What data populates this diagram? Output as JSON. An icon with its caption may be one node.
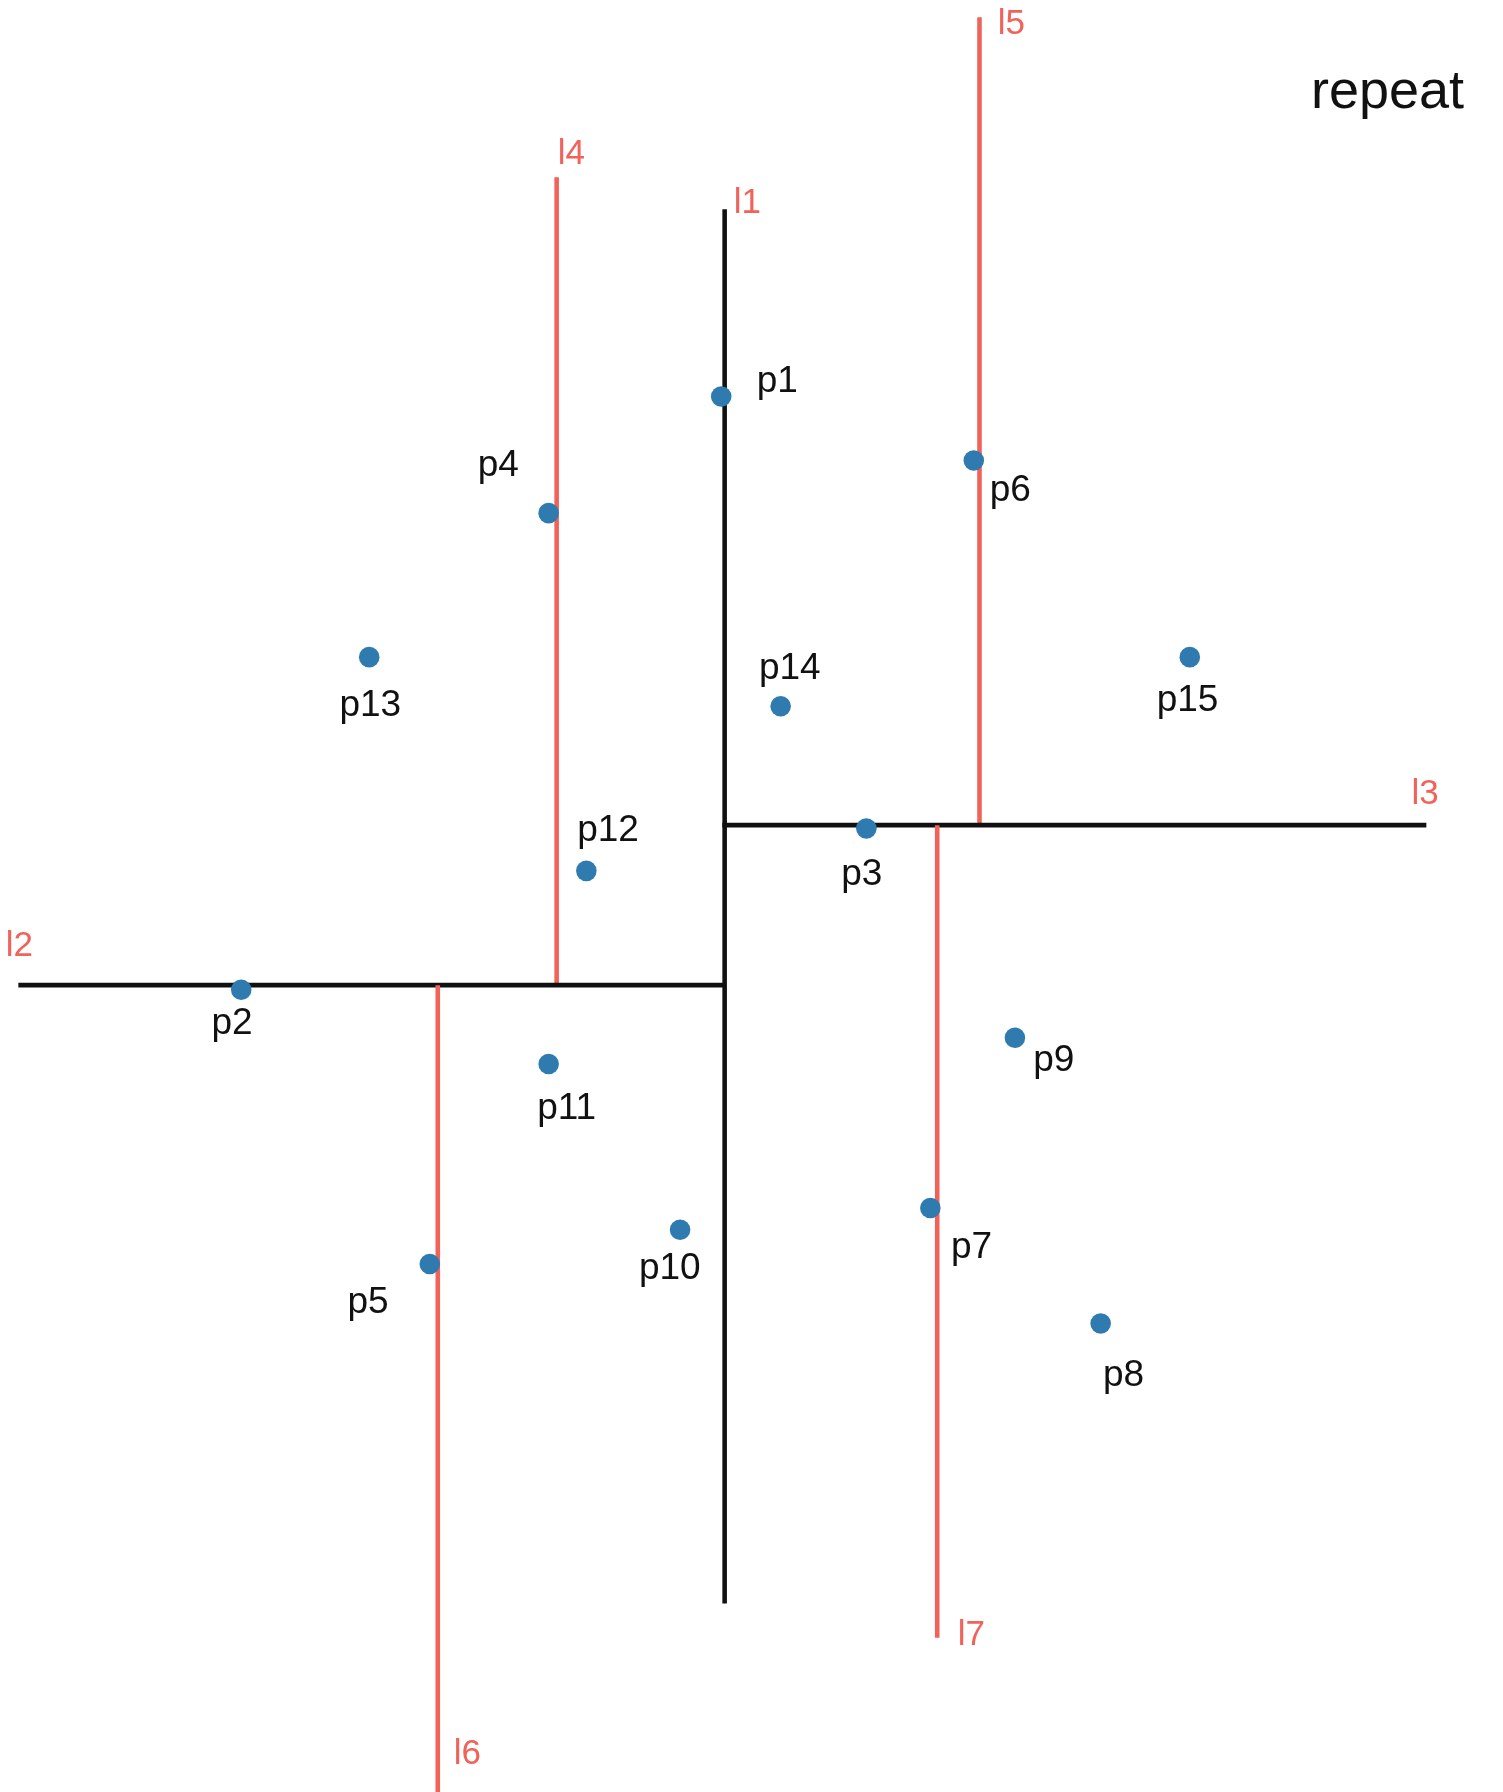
{
  "diagram": {
    "title": "repeat",
    "labels": [
      "l5",
      "l4",
      "l1",
      "p1",
      "p4",
      "p6",
      "p14",
      "p13",
      "p15",
      "l3",
      "p12",
      "p3",
      "l2",
      "p2",
      "p9",
      "p11",
      "p7",
      "p10",
      "p5",
      "p8",
      "l7",
      "l6"
    ]
  }
}
